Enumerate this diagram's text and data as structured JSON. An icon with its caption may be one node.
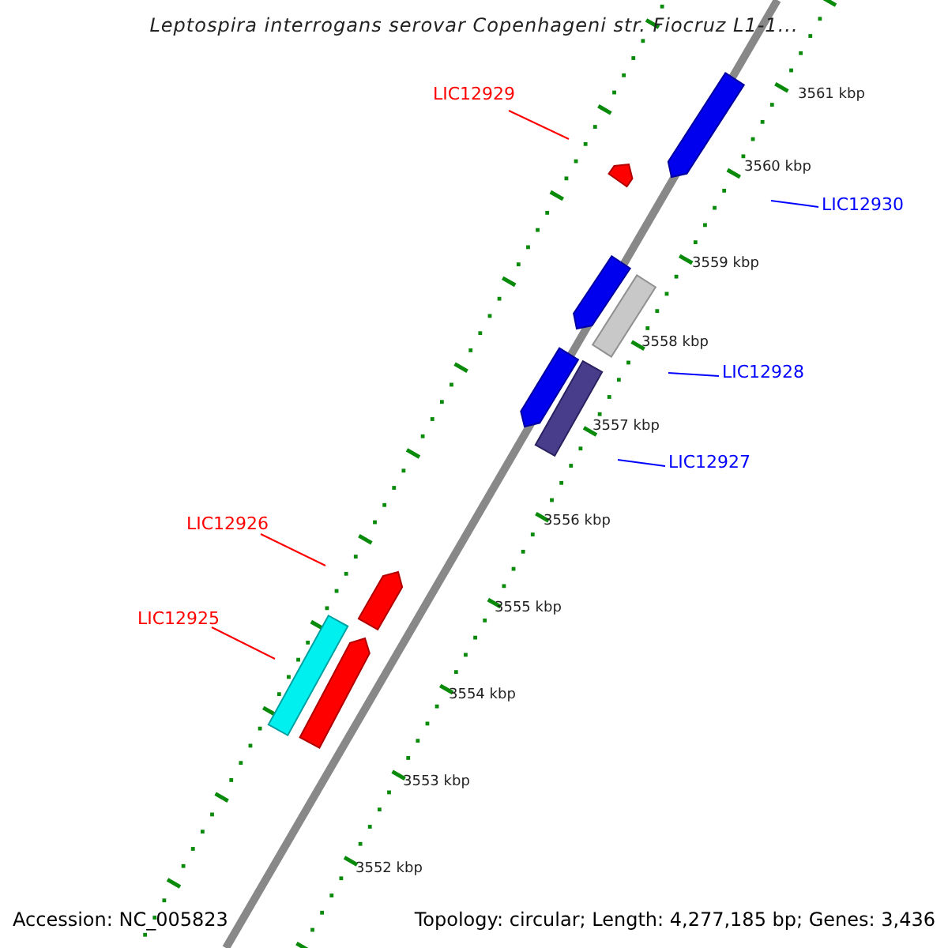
{
  "diagram": {
    "title": "Leptospira interrogans serovar Copenhageni str. Fiocruz L1-1...",
    "nodes": [
      {
        "text": [
          "LIC12929"
        ]
      },
      {
        "text": [
          "LIC12930"
        ]
      },
      {
        "text": [
          "LIC12928"
        ]
      },
      {
        "text": [
          "LIC12927"
        ]
      },
      {
        "text": [
          "LIC12926"
        ]
      },
      {
        "text": [
          "LIC12925"
        ]
      }
    ],
    "edges": [
      {
        "from": 0,
        "to": null,
        "arrow": "none",
        "color": "#ff0000"
      },
      {
        "from": 1,
        "to": null,
        "arrow": "none",
        "color": "#0000ff"
      },
      {
        "from": 2,
        "to": null,
        "arrow": "none",
        "color": "#0000ff"
      },
      {
        "from": 3,
        "to": null,
        "arrow": "none",
        "color": "#0000ff"
      },
      {
        "from": 4,
        "to": null,
        "arrow": "none",
        "color": "#ff0000"
      },
      {
        "from": 5,
        "to": null,
        "arrow": "none",
        "color": "#ff0000"
      }
    ],
    "labels": [
      "3561 kbp",
      "3560 kbp",
      "3559 kbp",
      "3558 kbp",
      "3557 kbp",
      "3556 kbp",
      "3555 kbp",
      "3554 kbp",
      "3553 kbp",
      "3552 kbp",
      "Accession: NC_005823",
      "Topology: circular; Length: 4,277,185 bp; Genes: 3,436"
    ]
  }
}
